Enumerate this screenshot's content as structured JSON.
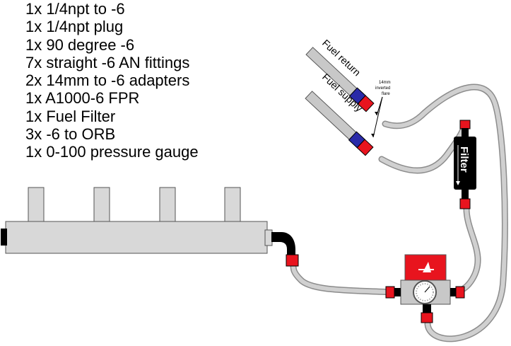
{
  "parts_list": [
    "1x 1/4npt to -6",
    "1x 1/4npt plug",
    "1x 90 degree -6",
    "7x straight -6 AN fittings",
    "2x 14mm to -6 adapters",
    "1x A1000-6 FPR",
    "1x Fuel Filter",
    "3x -6 to ORB",
    "1x 0-100 pressure gauge"
  ],
  "labels": {
    "fuel_return": "Fuel return",
    "fuel_supply": "Fuel supply",
    "flare_line1": "14mm",
    "flare_line2": "inverted",
    "flare_line3": "flare",
    "filter": "Filter"
  },
  "colors": {
    "fitting_red": "#e8141e",
    "fitting_blue": "#2a2aa8",
    "hose_outline": "#8c8c8c",
    "hose_fill": "#d0d0d0",
    "rail_fill": "#d8d8d8",
    "filter_body": "#000000",
    "fpr_red": "#e8141e"
  }
}
